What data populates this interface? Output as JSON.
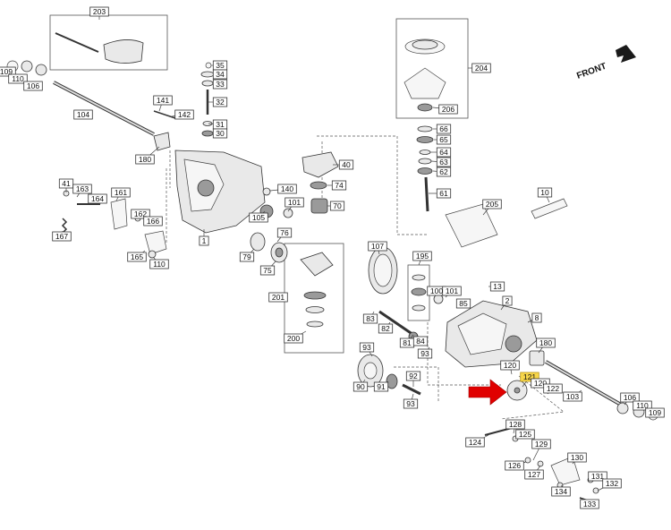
{
  "diagram": {
    "front_label": "FRONT",
    "colors": {
      "highlight": "#f7d64a",
      "arrow": "#e00000",
      "ink": "#222222"
    },
    "callouts": [
      {
        "id": "203",
        "label": "203"
      },
      {
        "id": "109a",
        "label": "109"
      },
      {
        "id": "110a",
        "label": "110"
      },
      {
        "id": "106a",
        "label": "106"
      },
      {
        "id": "104",
        "label": "104"
      },
      {
        "id": "35",
        "label": "35"
      },
      {
        "id": "34",
        "label": "34"
      },
      {
        "id": "33",
        "label": "33"
      },
      {
        "id": "32",
        "label": "32"
      },
      {
        "id": "31",
        "label": "31"
      },
      {
        "id": "30",
        "label": "30"
      },
      {
        "id": "141",
        "label": "141"
      },
      {
        "id": "142",
        "label": "142"
      },
      {
        "id": "180a",
        "label": "180"
      },
      {
        "id": "204",
        "label": "204"
      },
      {
        "id": "206",
        "label": "206"
      },
      {
        "id": "66",
        "label": "66"
      },
      {
        "id": "65",
        "label": "65"
      },
      {
        "id": "64",
        "label": "64"
      },
      {
        "id": "63",
        "label": "63"
      },
      {
        "id": "62",
        "label": "62"
      },
      {
        "id": "61",
        "label": "61"
      },
      {
        "id": "40",
        "label": "40"
      },
      {
        "id": "74",
        "label": "74"
      },
      {
        "id": "70",
        "label": "70"
      },
      {
        "id": "41",
        "label": "41"
      },
      {
        "id": "163",
        "label": "163"
      },
      {
        "id": "164",
        "label": "164"
      },
      {
        "id": "161",
        "label": "161"
      },
      {
        "id": "140",
        "label": "140"
      },
      {
        "id": "105",
        "label": "105"
      },
      {
        "id": "101a",
        "label": "101"
      },
      {
        "id": "1",
        "label": "1"
      },
      {
        "id": "162",
        "label": "162"
      },
      {
        "id": "166",
        "label": "166"
      },
      {
        "id": "167",
        "label": "167"
      },
      {
        "id": "165",
        "label": "165"
      },
      {
        "id": "110b",
        "label": "110"
      },
      {
        "id": "79",
        "label": "79"
      },
      {
        "id": "76",
        "label": "76"
      },
      {
        "id": "75",
        "label": "75"
      },
      {
        "id": "10",
        "label": "10"
      },
      {
        "id": "205",
        "label": "205"
      },
      {
        "id": "107",
        "label": "107"
      },
      {
        "id": "195",
        "label": "195"
      },
      {
        "id": "201",
        "label": "201"
      },
      {
        "id": "200",
        "label": "200"
      },
      {
        "id": "13",
        "label": "13"
      },
      {
        "id": "2",
        "label": "2"
      },
      {
        "id": "100",
        "label": "100"
      },
      {
        "id": "101b",
        "label": "101"
      },
      {
        "id": "85",
        "label": "85"
      },
      {
        "id": "8",
        "label": "8"
      },
      {
        "id": "83",
        "label": "83"
      },
      {
        "id": "82",
        "label": "82"
      },
      {
        "id": "81",
        "label": "81"
      },
      {
        "id": "84",
        "label": "84"
      },
      {
        "id": "93a",
        "label": "93"
      },
      {
        "id": "93b",
        "label": "93"
      },
      {
        "id": "180b",
        "label": "180"
      },
      {
        "id": "120a",
        "label": "120"
      },
      {
        "id": "121",
        "label": "121"
      },
      {
        "id": "120b",
        "label": "120"
      },
      {
        "id": "122",
        "label": "122"
      },
      {
        "id": "103",
        "label": "103"
      },
      {
        "id": "106b",
        "label": "106"
      },
      {
        "id": "110c",
        "label": "110"
      },
      {
        "id": "109b",
        "label": "109"
      },
      {
        "id": "90",
        "label": "90"
      },
      {
        "id": "91",
        "label": "91"
      },
      {
        "id": "92",
        "label": "92"
      },
      {
        "id": "93c",
        "label": "93"
      },
      {
        "id": "128",
        "label": "128"
      },
      {
        "id": "125",
        "label": "125"
      },
      {
        "id": "124",
        "label": "124"
      },
      {
        "id": "129",
        "label": "129"
      },
      {
        "id": "126",
        "label": "126"
      },
      {
        "id": "127",
        "label": "127"
      },
      {
        "id": "130",
        "label": "130"
      },
      {
        "id": "131",
        "label": "131"
      },
      {
        "id": "132",
        "label": "132"
      },
      {
        "id": "134",
        "label": "134"
      },
      {
        "id": "133",
        "label": "133"
      }
    ]
  }
}
